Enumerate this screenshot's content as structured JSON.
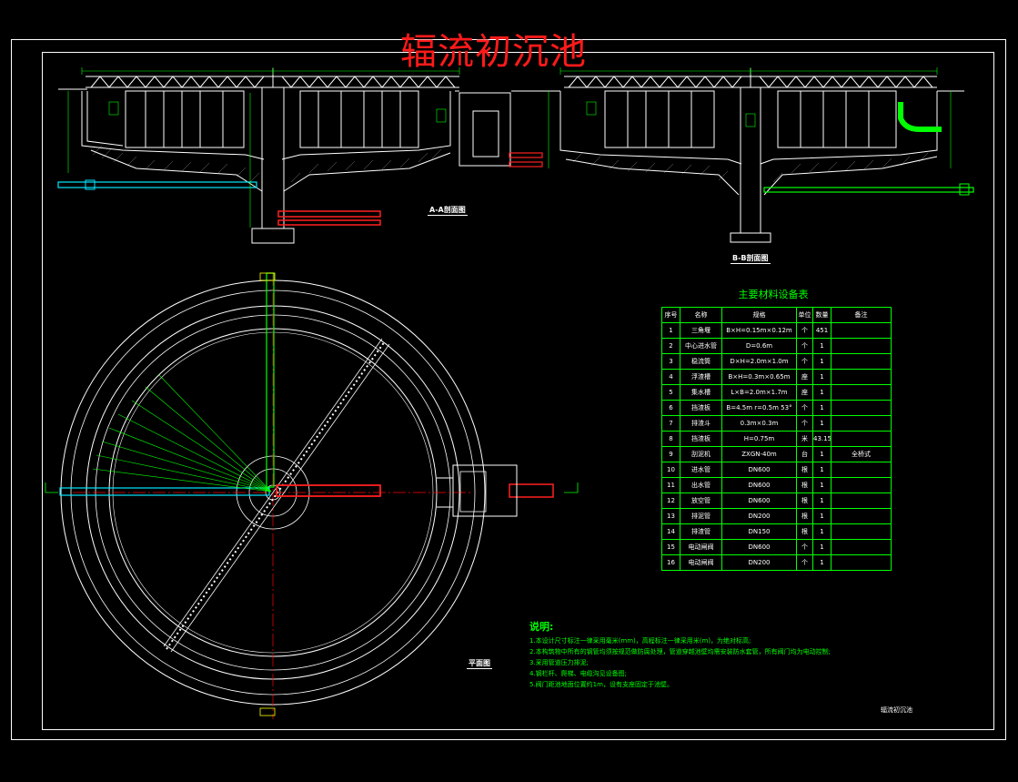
{
  "title": "辐流初沉池",
  "views": {
    "section_a": "A-A剖面图",
    "section_b": "B-B剖面图",
    "plan": "平面图"
  },
  "table": {
    "title": "主要材料设备表",
    "headers": [
      "序号",
      "名称",
      "规格",
      "单位",
      "数量",
      "备注"
    ],
    "rows": [
      [
        "1",
        "三角堰",
        "B×H=0.15m×0.12m",
        "个",
        "451",
        ""
      ],
      [
        "2",
        "中心进水管",
        "D=0.6m",
        "个",
        "1",
        ""
      ],
      [
        "3",
        "稳流筒",
        "D×H=2.0m×1.0m",
        "个",
        "1",
        ""
      ],
      [
        "4",
        "浮渣槽",
        "B×H=0.3m×0.65m",
        "座",
        "1",
        ""
      ],
      [
        "5",
        "集水槽",
        "L×B=2.0m×1.7m",
        "座",
        "1",
        ""
      ],
      [
        "6",
        "挡渣板",
        "B=4.5m r=0.5m 53°",
        "个",
        "1",
        ""
      ],
      [
        "7",
        "排渣斗",
        "0.3m×0.3m",
        "个",
        "1",
        ""
      ],
      [
        "8",
        "挡渣板",
        "H=0.75m",
        "米",
        "43.15",
        ""
      ],
      [
        "9",
        "刮泥机",
        "ZXGN-40m",
        "台",
        "1",
        "全桥式"
      ],
      [
        "10",
        "进水管",
        "DN600",
        "根",
        "1",
        ""
      ],
      [
        "11",
        "出水管",
        "DN600",
        "根",
        "1",
        ""
      ],
      [
        "12",
        "放空管",
        "DN600",
        "根",
        "1",
        ""
      ],
      [
        "13",
        "排泥管",
        "DN200",
        "根",
        "1",
        ""
      ],
      [
        "14",
        "排渣管",
        "DN150",
        "根",
        "1",
        ""
      ],
      [
        "15",
        "电动闸阀",
        "DN600",
        "个",
        "1",
        ""
      ],
      [
        "16",
        "电动闸阀",
        "DN200",
        "个",
        "1",
        ""
      ]
    ]
  },
  "notes": {
    "title": "说明:",
    "lines": [
      "1.本设计尺寸标注一律采用毫米(mm)，高程标注一律采用米(m)，为绝对标高;",
      "2.本构筑物中所有的钢管均须按规范做防腐处理，管道穿越池壁均需安装防水套管，所有阀门均为电动控制;",
      "3.采用管道压力排泥;",
      "4.钢栏杆、爬梯、电缆沟见设备图;",
      "5.阀门距池地面位置约1m，设有支座固定于池壁。"
    ]
  },
  "drawing_name": "辐流初沉池",
  "colors": {
    "background": "#000000",
    "frame": "#ffffff",
    "title": "#ff1a1a",
    "concrete": "#ffffff",
    "pipe_inlet": "#00e5ff",
    "pipe_sludge": "#ff2020",
    "pipe_outlet": "#00ff00",
    "dimension": "#00ff00",
    "axis": "#ff0000"
  }
}
